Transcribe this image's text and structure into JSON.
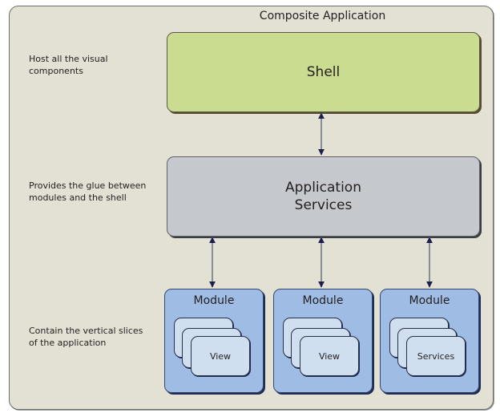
{
  "diagram": {
    "title": "Composite Application",
    "side_labels": [
      "Host all the visual\ncomponents",
      "Provides the glue between\nmodules and the shell",
      "Contain the vertical slices\nof the application"
    ],
    "shell": {
      "label": "Shell",
      "color": "#c9dc8f"
    },
    "services": {
      "label_line1": "Application",
      "label_line2": "Services",
      "color": "#c5c9cd"
    },
    "modules": [
      {
        "label": "Module",
        "card_label": "View"
      },
      {
        "label": "Module",
        "card_label": "View"
      },
      {
        "label": "Module",
        "card_label": "Services"
      }
    ],
    "module_color": "#9fbde4",
    "card_color": "#cfdff0",
    "arrow_color": "#1f1f4f",
    "connections": [
      {
        "from": "Shell",
        "to": "Application Services",
        "direction": "bidirectional"
      },
      {
        "from": "Application Services",
        "to": "Module 1",
        "direction": "bidirectional"
      },
      {
        "from": "Application Services",
        "to": "Module 2",
        "direction": "bidirectional"
      },
      {
        "from": "Application Services",
        "to": "Module 3",
        "direction": "bidirectional"
      }
    ]
  }
}
